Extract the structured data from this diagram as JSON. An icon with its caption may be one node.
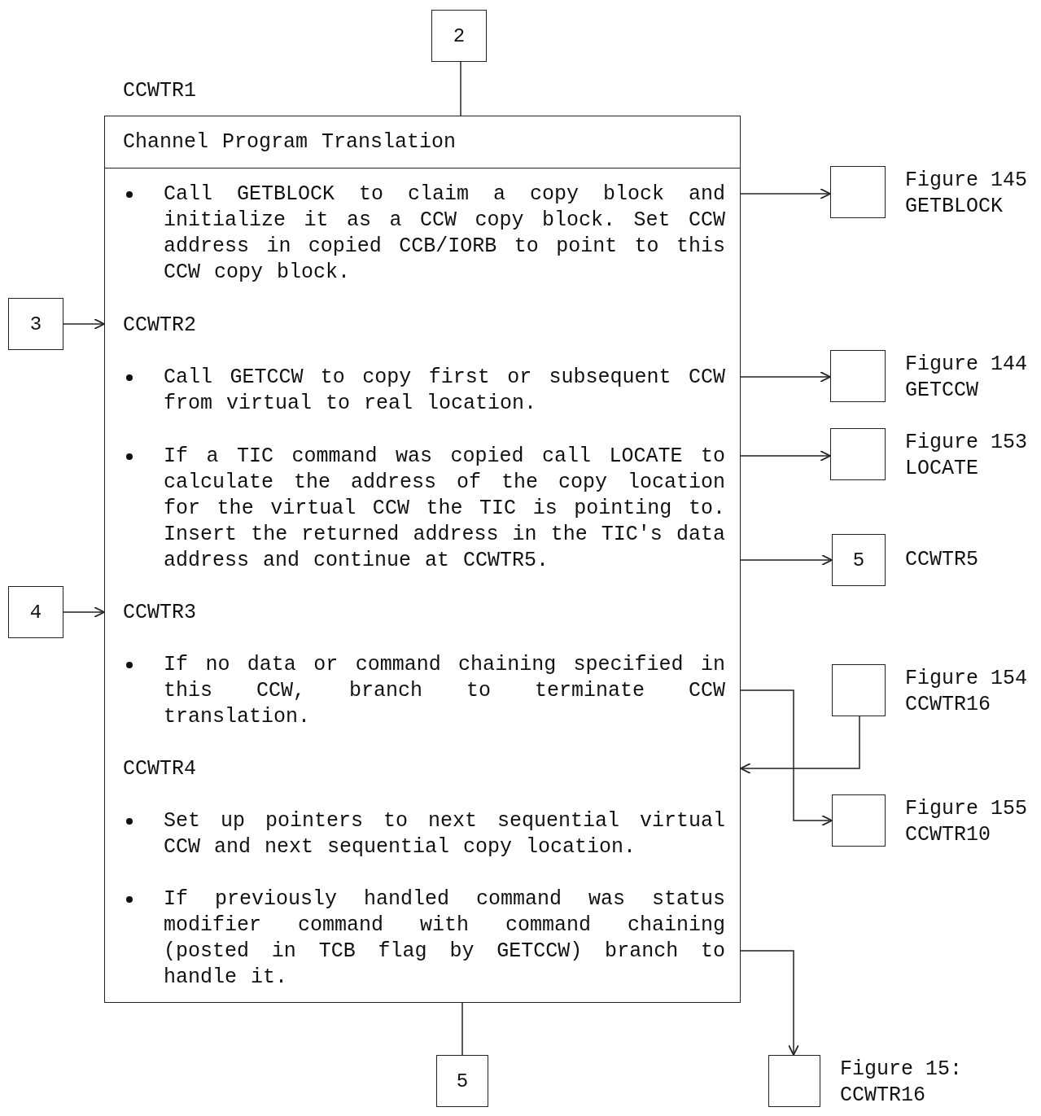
{
  "diagram": {
    "nodes": [
      {
        "text": [
          "2"
        ]
      },
      {
        "text": [
          "CCWTR1",
          "Channel Program Translation",
          "Call GETBLOCK to claim a copy block and initialize it as a CCW copy block. Set CCW address in copied CCB/IORB to point to this CCW copy block.",
          "CCWTR2",
          "Call GETCCW to copy first or subsequent CCW from virtual to real location.",
          "If a TIC command was copied call LOCATE to calculate the address of the copy location for the virtual CCW the TIC is pointing to. Insert the returned address in the TIC's data address and continue at CCWTR5.",
          "CCWTR3",
          "If no data or command chaining specified in this CCW, branch to terminate CCW translation.",
          "CCWTR4",
          "Set up pointers to next sequential virtual CCW and next sequential copy location.",
          "If previously handled command was status modifier command with command chaining (posted in TCB flag by GETCCW) branch to handle it."
        ]
      },
      {
        "text": [
          "3"
        ]
      },
      {
        "text": [
          "4"
        ]
      },
      {
        "text": [],
        "shape": "box",
        "beside": [
          "Figure 145",
          "GETBLOCK"
        ]
      },
      {
        "text": [],
        "shape": "box",
        "beside": [
          "Figure 144",
          "GETCCW"
        ]
      },
      {
        "text": [],
        "shape": "box",
        "beside": [
          "Figure 153",
          "LOCATE"
        ]
      },
      {
        "text": [
          "5"
        ],
        "beside": [
          "CCWTR5"
        ]
      },
      {
        "text": [],
        "shape": "box",
        "beside": [
          "Figure 154",
          "CCWTR16"
        ]
      },
      {
        "text": [],
        "shape": "box",
        "beside": [
          "Figure 155",
          "CCWTR10"
        ]
      },
      {
        "text": [
          "5"
        ]
      },
      {
        "text": [],
        "shape": "box",
        "beside": [
          "Figure 15:",
          "CCWTR16"
        ]
      }
    ],
    "edges": [
      {
        "from": 0,
        "to": 1,
        "arrow": "none"
      },
      {
        "from": 2,
        "to": 1,
        "arrow": "to"
      },
      {
        "from": 3,
        "to": 1,
        "arrow": "to"
      },
      {
        "from": 1,
        "to": 4,
        "arrow": "to"
      },
      {
        "from": 1,
        "to": 5,
        "arrow": "to"
      },
      {
        "from": 1,
        "to": 6,
        "arrow": "to"
      },
      {
        "from": 1,
        "to": 7,
        "arrow": "to"
      },
      {
        "from": 1,
        "to": 9,
        "arrow": "to"
      },
      {
        "from": 8,
        "to": 1,
        "arrow": "to"
      },
      {
        "from": 1,
        "to": 11,
        "arrow": "to"
      },
      {
        "from": 1,
        "to": 10,
        "arrow": "none"
      }
    ]
  }
}
